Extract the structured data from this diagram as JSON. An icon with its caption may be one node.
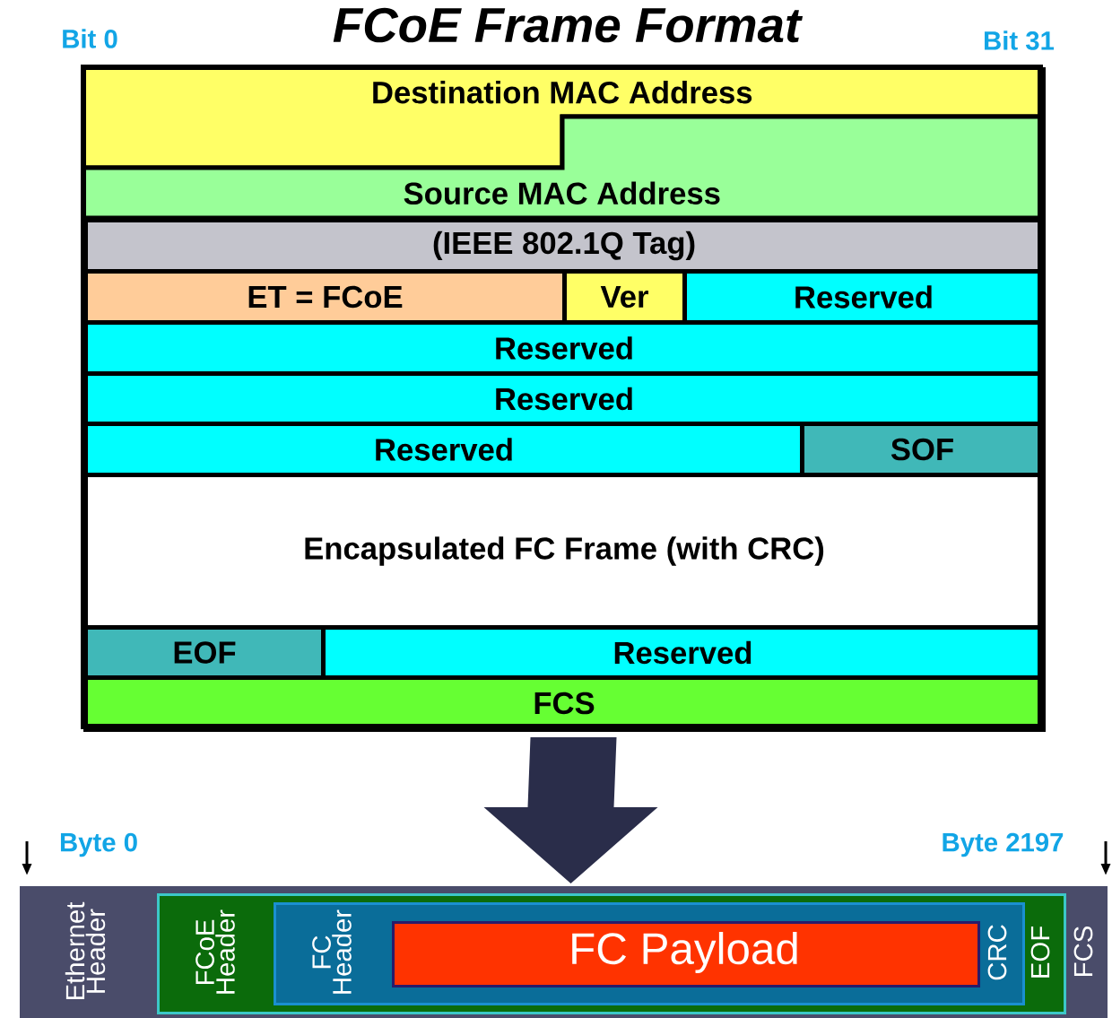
{
  "diagram": {
    "title": "FCoE Frame Format",
    "nodes": [
      {
        "text": [],
        "shape": "box"
      },
      {
        "text": [
          "Destination MAC Address"
        ],
        "in": 0
      },
      {
        "text": [
          "Source MAC Address"
        ],
        "in": 0
      },
      {
        "text": [
          "(IEEE 802.1Q Tag)"
        ],
        "in": 0
      },
      {
        "text": [
          "ET = FCoE"
        ],
        "in": 0
      },
      {
        "text": [
          "Ver"
        ],
        "in": 0
      },
      {
        "text": [
          "Reserved"
        ],
        "in": 0
      },
      {
        "text": [
          "Reserved"
        ],
        "in": 0
      },
      {
        "text": [
          "Reserved"
        ],
        "in": 0
      },
      {
        "text": [
          "Reserved"
        ],
        "in": 0
      },
      {
        "text": [
          "SOF"
        ],
        "in": 0
      },
      {
        "text": [
          "Encapsulated FC Frame (with CRC)"
        ],
        "in": 0
      },
      {
        "text": [
          "EOF"
        ],
        "in": 0
      },
      {
        "text": [
          "Reserved"
        ],
        "in": 0
      },
      {
        "text": [
          "FCS"
        ],
        "in": 0
      },
      {
        "text": [
          "Ethernet Header",
          "FCS"
        ]
      },
      {
        "text": [
          "FCoE Header",
          "EOF"
        ],
        "in": 15
      },
      {
        "text": [
          "FC Header",
          "CRC"
        ],
        "in": 16
      },
      {
        "text": [
          "FC Payload"
        ],
        "in": 17
      }
    ],
    "edges": [
      {
        "from": 0,
        "to": 15,
        "arrow": "to"
      }
    ],
    "labels": [
      "Bit 0",
      "Bit 31",
      "Byte 0",
      "Byte 2197"
    ]
  }
}
